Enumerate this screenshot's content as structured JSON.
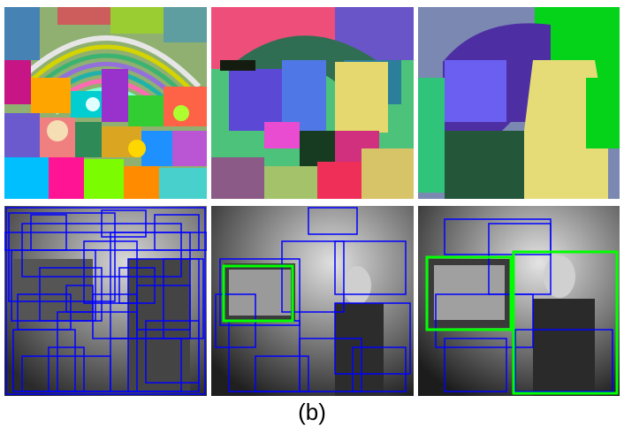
{
  "caption": "(b)",
  "panels": [
    {
      "id": "seg-fine",
      "row": 1,
      "col": 1,
      "kind": "segmentation",
      "granularity": "fine"
    },
    {
      "id": "seg-medium",
      "row": 1,
      "col": 2,
      "kind": "segmentation",
      "granularity": "medium"
    },
    {
      "id": "seg-coarse",
      "row": 1,
      "col": 3,
      "kind": "segmentation",
      "granularity": "coarse"
    },
    {
      "id": "boxes-fine",
      "row": 2,
      "col": 1,
      "kind": "grayscale photo with proposal boxes",
      "box_color": "#0000ff"
    },
    {
      "id": "boxes-medium",
      "row": 2,
      "col": 2,
      "kind": "grayscale photo with proposal boxes",
      "box_color": "#0000ff",
      "highlight_color": "#00ff00"
    },
    {
      "id": "boxes-coarse",
      "row": 2,
      "col": 3,
      "kind": "grayscale photo with proposal boxes",
      "box_color": "#0000ff",
      "highlight_color": "#00ff00"
    }
  ],
  "colors": {
    "box": "#0000ff",
    "highlight": "#00ff00"
  }
}
